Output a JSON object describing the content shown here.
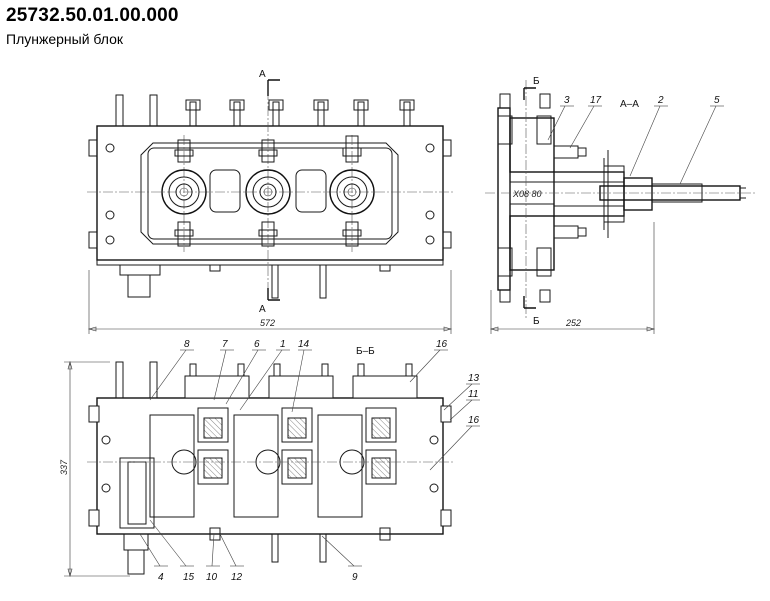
{
  "header": {
    "title": "25732.50.01.00.000",
    "subtitle": "Плунжерный блок"
  },
  "drawing": {
    "section_aa": "А–А",
    "section_bb": "Б–Б",
    "cut_a": "А",
    "cut_b": "Б",
    "dim_width": "572",
    "dim_side": "252",
    "dim_height": "337",
    "dim_bore": "Х08 80"
  },
  "callouts": {
    "top": [
      "3",
      "17",
      "2",
      "5"
    ],
    "section": [
      "8",
      "7",
      "6",
      "1",
      "14",
      "16",
      "13",
      "11",
      "16"
    ],
    "bottom": [
      "4",
      "15",
      "10",
      "12",
      "9"
    ]
  }
}
